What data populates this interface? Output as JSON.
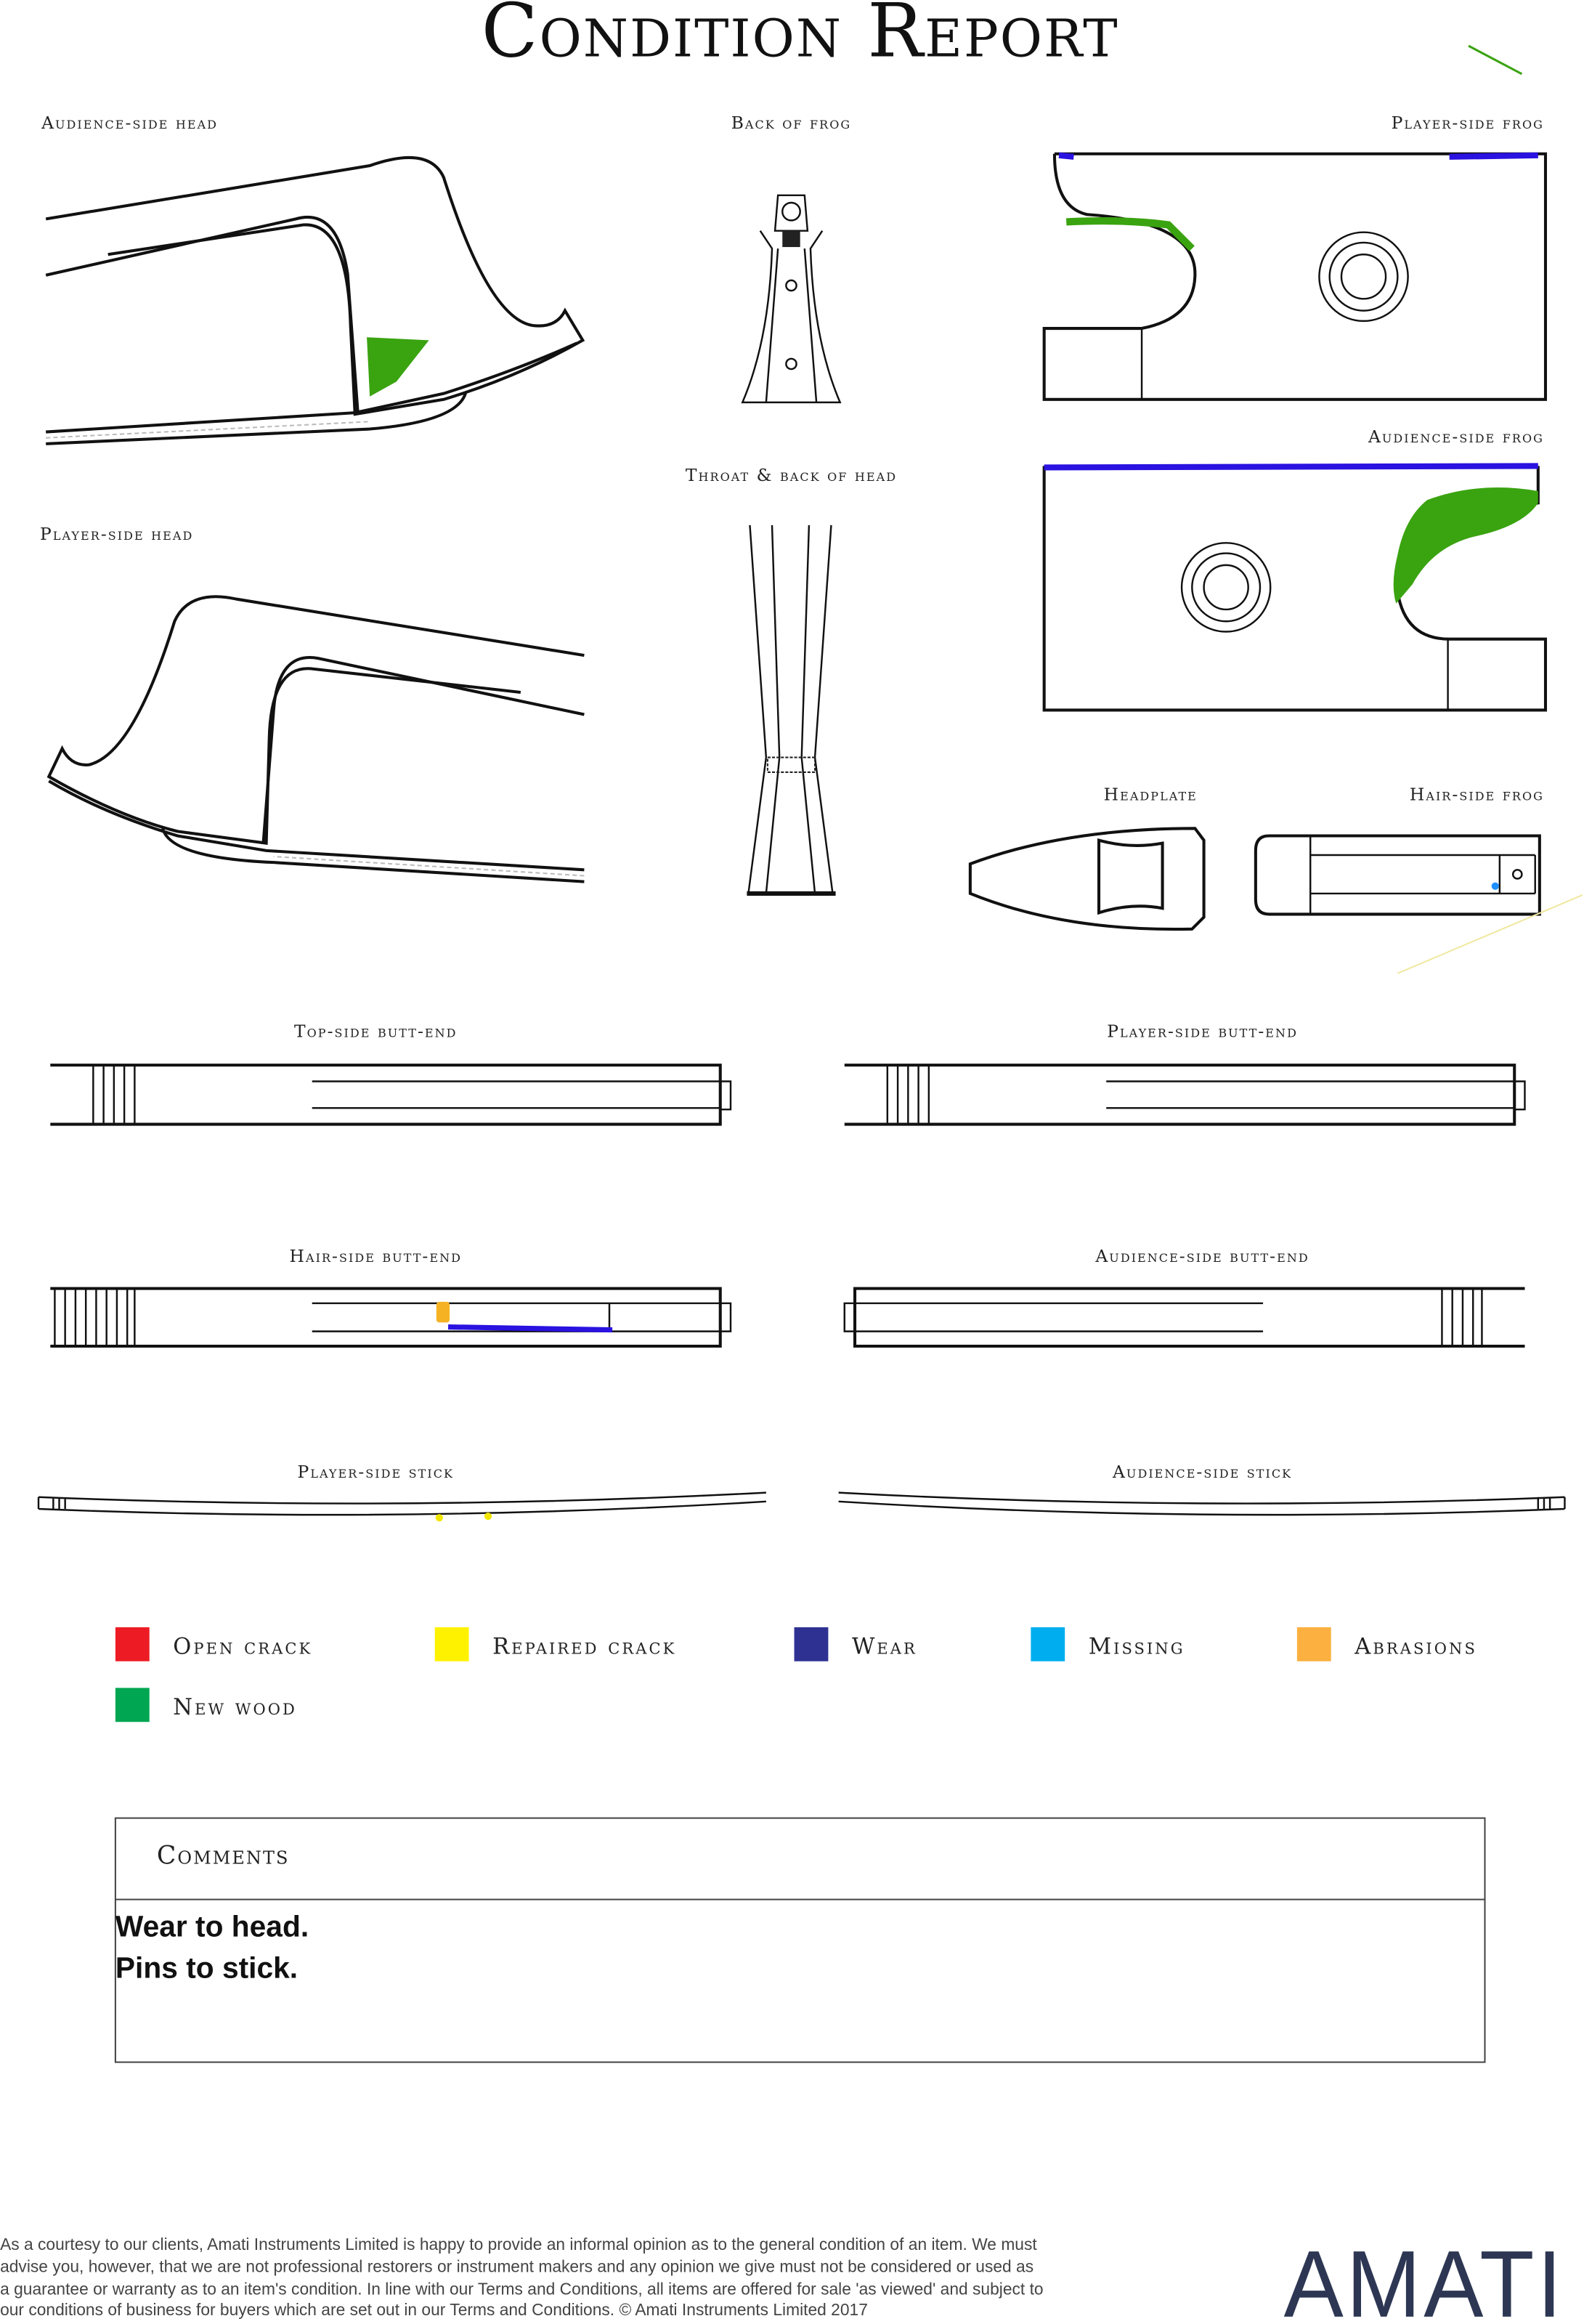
{
  "title": "Condition Report",
  "diagrams": {
    "audience_side_head": "Audience-side head",
    "back_of_frog": "Back of frog",
    "player_side_frog": "Player-side frog",
    "audience_side_frog": "Audience-side frog",
    "throat_back_of_head": "Throat & back of head",
    "player_side_head": "Player-side head",
    "headplate": "Headplate",
    "hair_side_frog": "Hair-side frog",
    "top_side_butt_end": "Top-side butt-end",
    "player_side_butt_end": "Player-side butt-end",
    "hair_side_butt_end": "Hair-side butt-end",
    "audience_side_butt_end": "Audience-side butt-end",
    "player_side_stick": "Player-side stick",
    "audience_side_stick": "Audience-side stick"
  },
  "legend": [
    {
      "label": "Open crack",
      "color": "#ed1c24"
    },
    {
      "label": "Repaired crack",
      "color": "#fff200"
    },
    {
      "label": "Wear",
      "color": "#2e3192"
    },
    {
      "label": "Missing",
      "color": "#00aeef"
    },
    {
      "label": "Abrasions",
      "color": "#fbb040"
    },
    {
      "label": "New wood",
      "color": "#00a651"
    }
  ],
  "comments": {
    "title": "Comments",
    "lines": [
      "Wear to head.",
      "Pins to stick."
    ]
  },
  "footer": {
    "disclaimer": [
      "As a courtesy to our clients, Amati Instruments Limited is happy to provide an informal opinion as to the general condition of an item. We must",
      "advise you, however, that we are not professional restorers or instrument makers and any opinion we give must not be considered or used as",
      "a guarantee or warranty as to an item's condition. In line with our Terms and Conditions, all items are offered for sale 'as viewed' and subject to",
      "our conditions of business for buyers which are set out in our Terms and Conditions. © Amati Instruments Limited 2017"
    ],
    "logo": "AMATI"
  },
  "marks": {
    "wear": "#2a12e0",
    "new_wood": "#3aa310",
    "pin": "#f2e600",
    "abrasion": "#f5b324",
    "missing": "#1e90ff"
  }
}
